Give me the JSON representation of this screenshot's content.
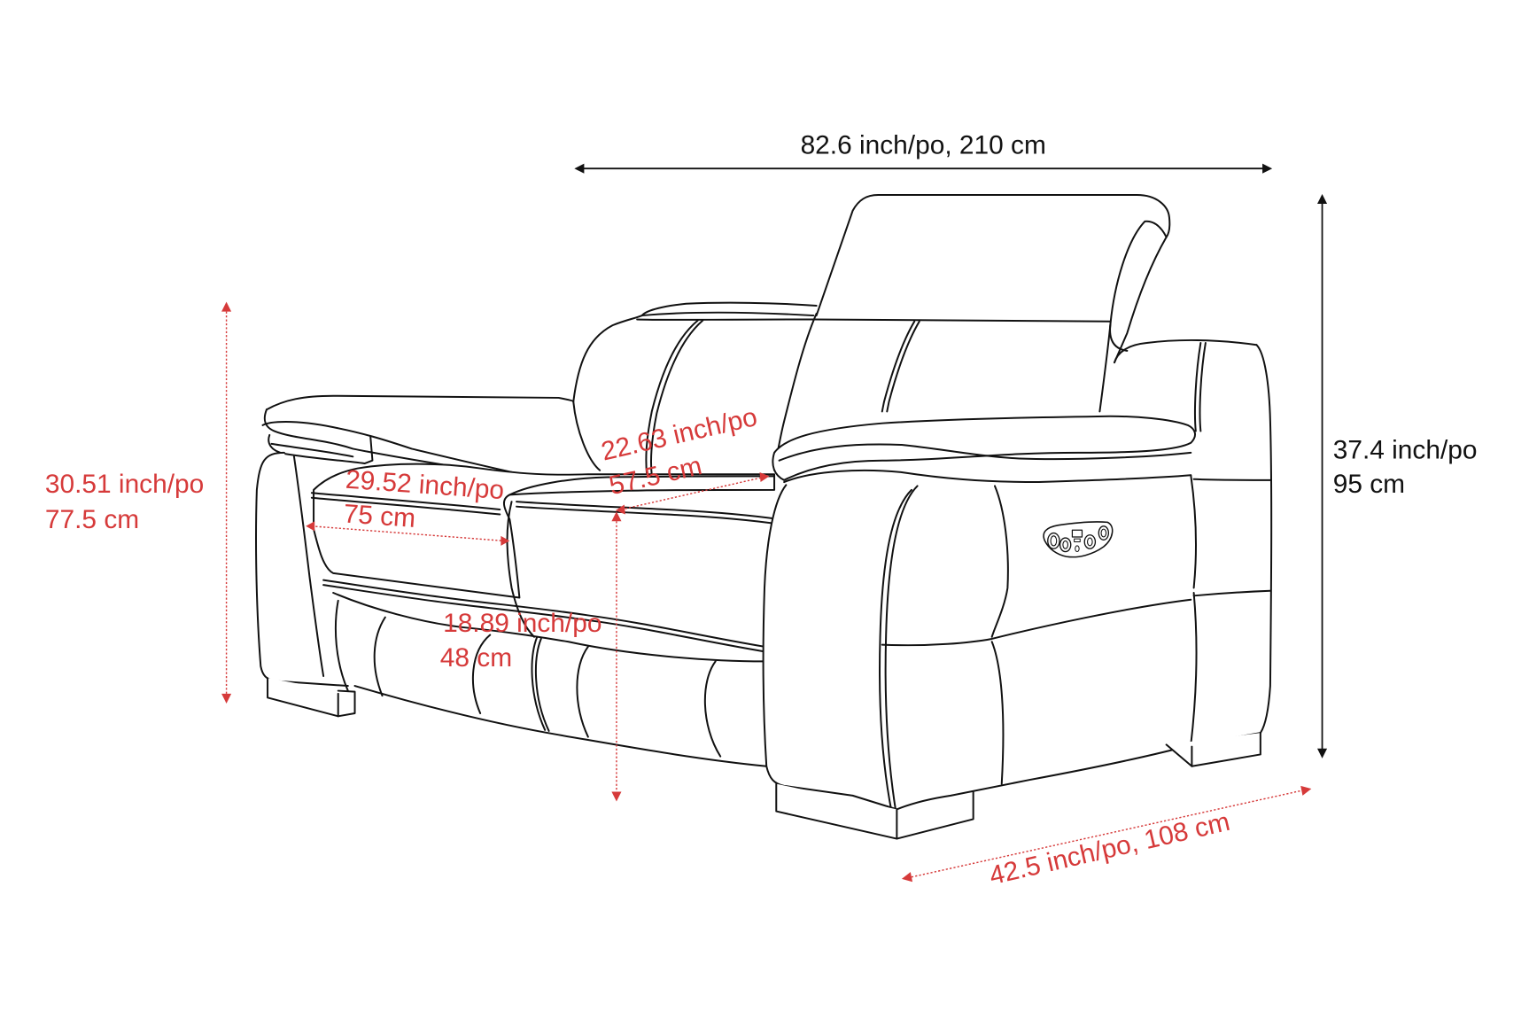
{
  "diagram": {
    "subject": "Power reclining loveseat with adjustable headrest",
    "colors": {
      "outline": "#111111",
      "overall_dimensions": "#111111",
      "interior_dimensions": "#d63a3a",
      "background": "#ffffff"
    },
    "dimensions": {
      "width": {
        "line1": "82.6 inch/po, 210 cm"
      },
      "height": {
        "line1": "37.4 inch/po",
        "line2": "95 cm"
      },
      "depth": {
        "line1": "42.5 inch/po, 108 cm"
      },
      "arm_height": {
        "line1": "30.51 inch/po",
        "line2": "77.5 cm"
      },
      "seat_width": {
        "line1": "29.52 inch/po",
        "line2": "75 cm"
      },
      "seat_depth": {
        "line1": "22.63 inch/po",
        "line2": "57.5 cm"
      },
      "seat_height": {
        "line1": "18.89 inch/po",
        "line2": "48 cm"
      }
    },
    "features": [
      "adjustable-headrest",
      "power-control-panel"
    ]
  }
}
